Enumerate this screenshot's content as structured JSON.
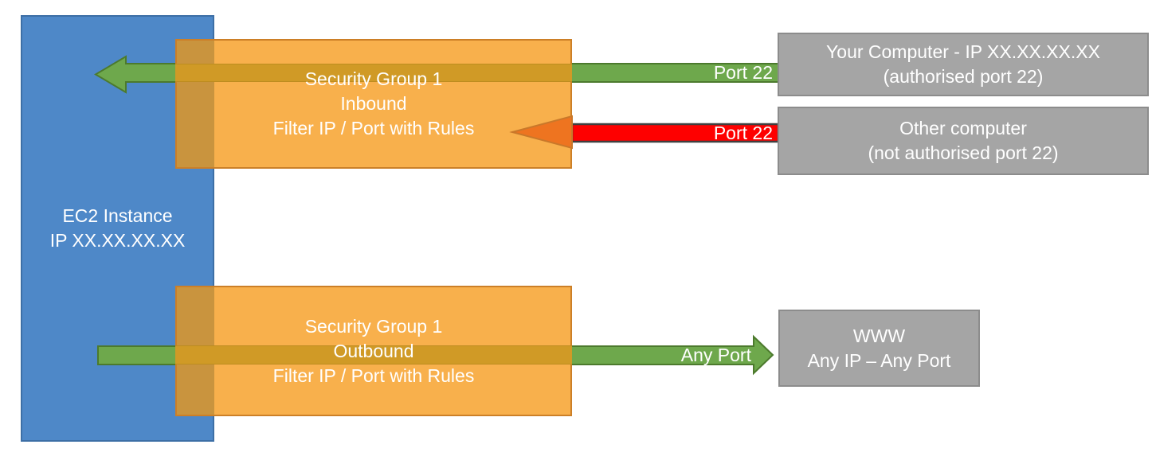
{
  "colors": {
    "blue": "#4E88C8",
    "blue-border": "#3D6FA6",
    "orange": "#F8B04C",
    "orange-border": "#CC7F27",
    "orange-overlap": "#C9943E",
    "olive-band": "#D09A26",
    "olive-band-border": "#BD8C1F",
    "green": "#6EA84C",
    "green-border": "#4C7A2D",
    "red": "#FE0000",
    "red-border": "#3F3F3F",
    "blocked-head": "#EE7420",
    "blocked-head-border": "#C9782A",
    "gray": "#A5A5A5",
    "gray-border": "#8C8C8C",
    "text": "#FFFFFF"
  },
  "ec2_instance": {
    "lines": [
      "EC2 Instance",
      "IP XX.XX.XX.XX"
    ]
  },
  "security_group_inbound": {
    "lines": [
      "Security Group 1",
      "Inbound",
      "Filter IP / Port with Rules"
    ]
  },
  "security_group_outbound": {
    "lines": [
      "Security Group 1",
      "Outbound",
      "Filter IP / Port with Rules"
    ]
  },
  "your_computer": {
    "lines": [
      "Your Computer - IP XX.XX.XX.XX",
      "(authorised port 22)"
    ]
  },
  "other_computer": {
    "lines": [
      "Other computer",
      "(not authorised port 22)"
    ]
  },
  "www": {
    "lines": [
      "WWW",
      "Any IP – Any Port"
    ]
  },
  "arrows": {
    "inbound_allowed": {
      "label": "Port 22",
      "color": "green",
      "direction": "right-to-left"
    },
    "inbound_blocked": {
      "label": "Port 22",
      "color": "red",
      "direction": "right-to-left"
    },
    "outbound_allowed": {
      "label": "Any Port",
      "color": "green",
      "direction": "left-to-right"
    }
  }
}
